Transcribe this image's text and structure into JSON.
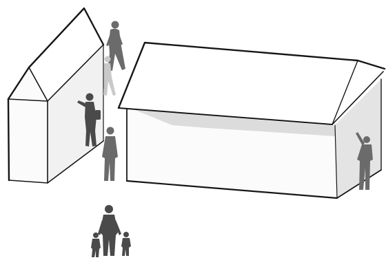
{
  "colors": {
    "background": "#ffffff",
    "outline": "#161616",
    "wall_light": "#fbfbfb",
    "wall_mid": "#f1f1f1",
    "wall_shade": "#e4e4e4",
    "roof": "#ffffff",
    "eave_shadow": "#dcdcdc",
    "figure": "#6b6b6b",
    "figure_dark": "#4a4a4a",
    "figure_faded": "#c9c9c9"
  },
  "scene": {
    "left_house": {
      "type": "gabled-house"
    },
    "right_house": {
      "type": "gabled-house"
    },
    "figures": [
      {
        "name": "person-walking"
      },
      {
        "name": "person-faded"
      },
      {
        "name": "person-pointing-at-wall"
      },
      {
        "name": "person-standing"
      },
      {
        "name": "person-pointing-up"
      },
      {
        "name": "adult-with-children"
      }
    ]
  }
}
